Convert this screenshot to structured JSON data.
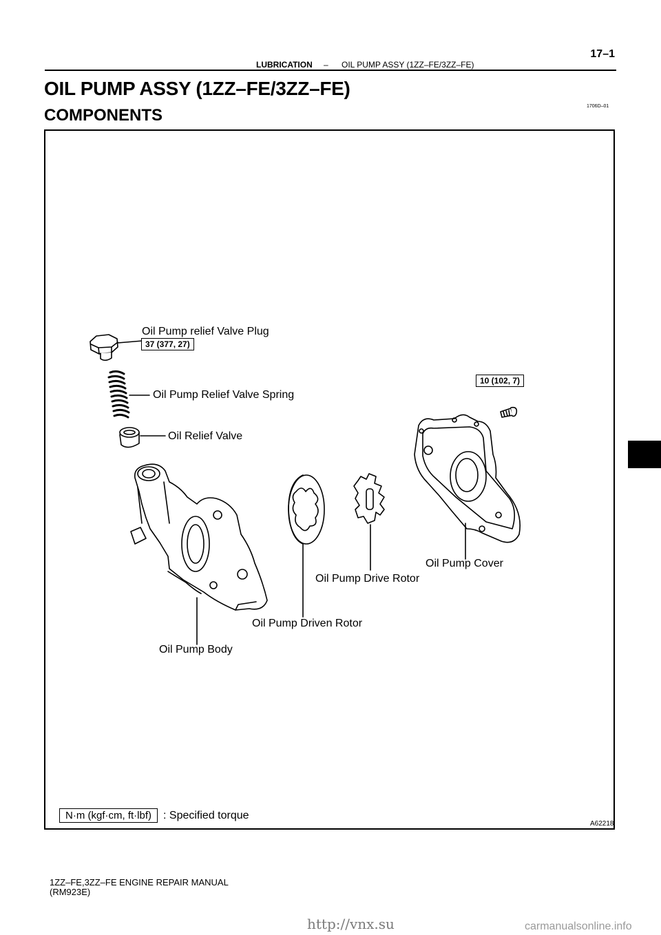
{
  "header": {
    "page_number": "17–1",
    "section": "LUBRICATION",
    "separator": "–",
    "subsection": "OIL PUMP ASSY (1ZZ–FE/3ZZ–FE)"
  },
  "title": "OIL PUMP ASSY (1ZZ–FE/3ZZ–FE)",
  "subtitle": "COMPONENTS",
  "doc_code": "1706D–01",
  "diagram": {
    "labels": {
      "valve_plug": "Oil Pump relief  Valve Plug",
      "relief_spring": "Oil Pump Relief Valve Spring",
      "relief_valve": "Oil Relief Valve",
      "pump_cover": "Oil Pump Cover",
      "drive_rotor": "Oil Pump Drive Rotor",
      "driven_rotor": "Oil Pump Driven Rotor",
      "pump_body": "Oil Pump Body"
    },
    "torques": {
      "plug": "37 (377, 27)",
      "cover_screw": "10 (102, 7)"
    },
    "legend_box": "N·m (kgf·cm, ft·lbf)",
    "legend_text": ": Specified torque",
    "figure_code": "A62218"
  },
  "footer": {
    "line1": "1ZZ–FE,3ZZ–FE ENGINE REPAIR MANUAL",
    "line2": "(RM923E)"
  },
  "watermarks": {
    "left": "http://vnx.su",
    "right": "carmanualsonline.info"
  }
}
